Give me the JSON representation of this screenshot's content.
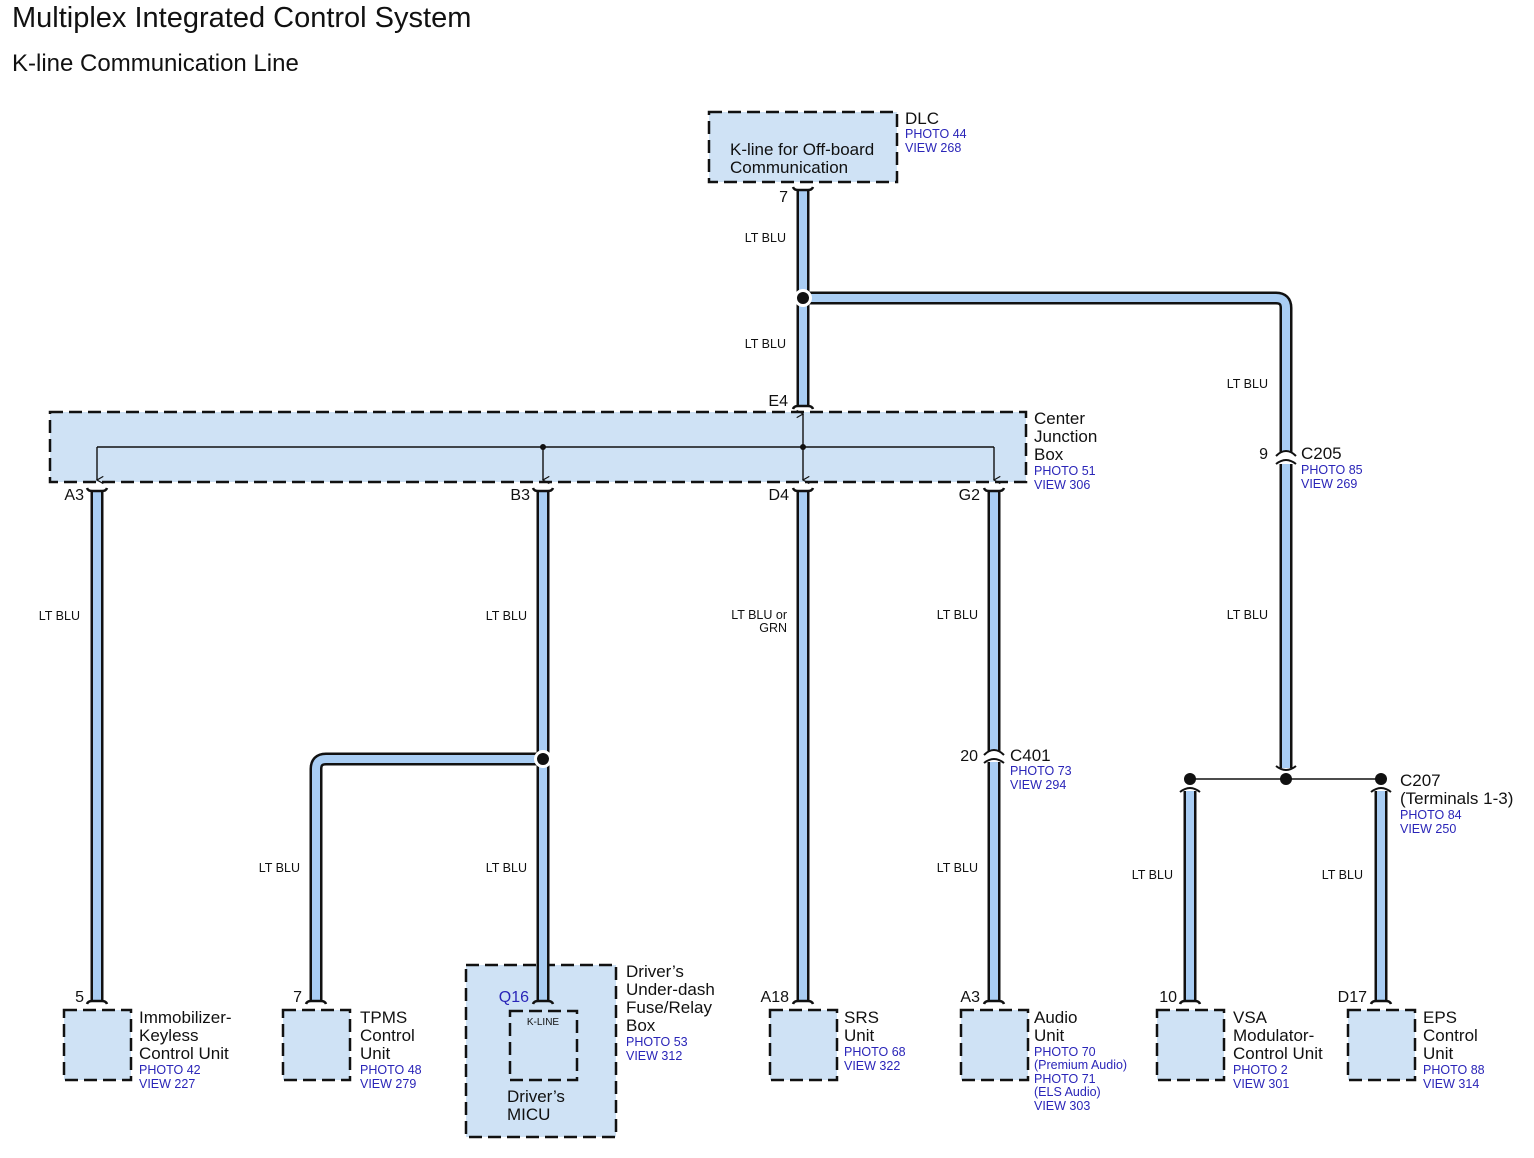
{
  "header": {
    "title": "Multiplex Integrated Control System",
    "subtitle": "K-line Communication Line"
  },
  "colors": {
    "wire_fill": "#a9cdf3",
    "box_fill": "#cfe2f5",
    "reference_text": "#2a25b8",
    "outline": "#111111"
  },
  "components": {
    "dlc": {
      "name": "DLC",
      "inner": [
        "K-line for Off-board",
        "Communication"
      ],
      "refs": [
        "PHOTO 44",
        "VIEW 268"
      ],
      "pin": "7"
    },
    "cjb": {
      "name": [
        "Center",
        "Junction",
        "Box"
      ],
      "refs": [
        "PHOTO 51",
        "VIEW 306"
      ],
      "pins": {
        "e4": "E4",
        "a3": "A3",
        "b3": "B3",
        "d4": "D4",
        "g2": "G2"
      }
    },
    "immobilizer": {
      "name": [
        "Immobilizer-",
        "Keyless",
        "Control Unit"
      ],
      "refs": [
        "PHOTO 42",
        "VIEW 227"
      ],
      "pin": "5"
    },
    "tpms": {
      "name": [
        "TPMS",
        "Control",
        "Unit"
      ],
      "refs": [
        "PHOTO 48",
        "VIEW 279"
      ],
      "pin": "7"
    },
    "fuse_box": {
      "name": [
        "Driver’s",
        "Under-dash",
        "Fuse/Relay",
        "Box"
      ],
      "refs": [
        "PHOTO 53",
        "VIEW 312"
      ],
      "pin": "Q16",
      "inner_label": "K-LINE",
      "micu": [
        "Driver’s",
        "MICU"
      ]
    },
    "srs": {
      "name": [
        "SRS",
        "Unit"
      ],
      "refs": [
        "PHOTO 68",
        "VIEW 322"
      ],
      "pin": "A18"
    },
    "audio": {
      "name": [
        "Audio",
        "Unit"
      ],
      "refs": [
        "PHOTO 70",
        "(Premium Audio)",
        "PHOTO 71",
        "(ELS Audio)",
        "VIEW 303"
      ],
      "pin": "A3"
    },
    "vsa": {
      "name": [
        "VSA",
        "Modulator-",
        "Control Unit"
      ],
      "refs": [
        "PHOTO 2",
        "VIEW 301"
      ],
      "pin": "10"
    },
    "eps": {
      "name": [
        "EPS",
        "Control",
        "Unit"
      ],
      "refs": [
        "PHOTO 88",
        "VIEW 314"
      ],
      "pin": "D17"
    }
  },
  "connectors": {
    "c205": {
      "name": "C205",
      "pin": "9",
      "refs": [
        "PHOTO 85",
        "VIEW 269"
      ]
    },
    "c401": {
      "name": "C401",
      "pin": "20",
      "refs": [
        "PHOTO 73",
        "VIEW 294"
      ]
    },
    "c207": {
      "name": [
        "C207",
        "(Terminals 1-3)"
      ],
      "refs": [
        "PHOTO 84",
        "VIEW 250"
      ]
    }
  },
  "wires": {
    "dlc_to_splice": "LT BLU",
    "splice_to_cjb": "LT BLU",
    "splice_to_c205": "LT BLU",
    "cjb_to_immobilizer": "LT BLU",
    "cjb_to_splice_b3": "LT BLU",
    "splice_to_tpms": "LT BLU",
    "splice_to_micu": "LT BLU",
    "cjb_to_srs": [
      "LT BLU or",
      "GRN"
    ],
    "cjb_to_c401": "LT BLU",
    "c401_to_audio": "LT BLU",
    "c205_to_c207": "LT BLU",
    "c207_to_vsa": "LT BLU",
    "c207_to_eps": "LT BLU"
  }
}
